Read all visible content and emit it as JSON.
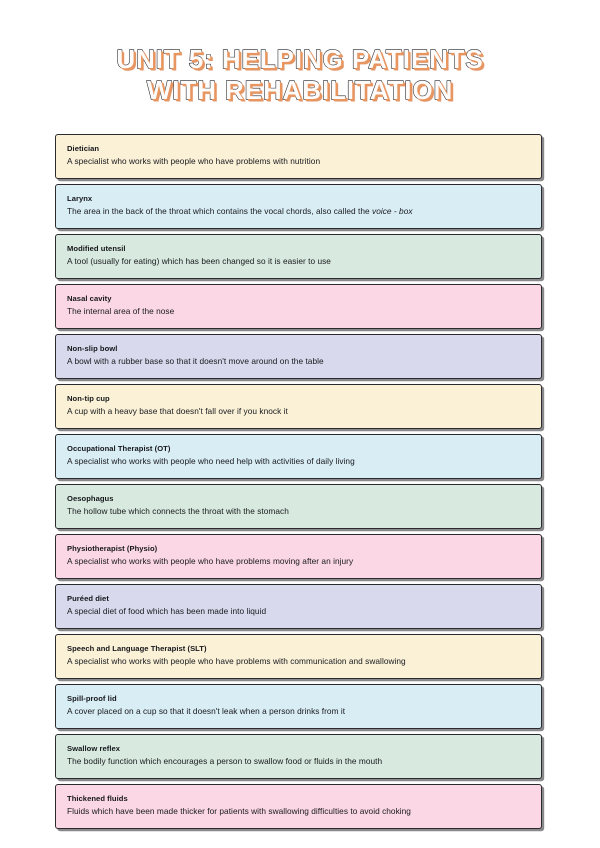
{
  "page": {
    "background_color": "#ffffff"
  },
  "title": {
    "line1": "UNIT 5: HELPING PATIENTS",
    "line2": "WITH REHABILITATION",
    "fill_color": "#fdfcfb",
    "outline_color": "#22252b",
    "shadow_color": "#e8955f"
  },
  "palette": {
    "cream": "#FAF1D7",
    "blue": "#D9EDF5",
    "green": "#D8EADF",
    "pink": "#FBD7E5",
    "lavender": "#D8D9EC",
    "border": "#2b2b2f",
    "text": "#18191d"
  },
  "glossary": [
    {
      "term": "Dietician",
      "definition": "A specialist who works with people who have problems with nutrition",
      "color": "cream"
    },
    {
      "term": "Larynx",
      "definition_pre": "The area in the back of the throat which contains the vocal chords, also called the ",
      "definition_italic": "voice - box",
      "definition": "The area in the back of the throat which contains the vocal chords, also called the voice - box",
      "color": "blue"
    },
    {
      "term": "Modified utensil",
      "definition": "A tool (usually for eating) which has been changed so it is easier to use",
      "color": "green"
    },
    {
      "term": "Nasal cavity",
      "definition": "The internal area of the nose",
      "color": "pink"
    },
    {
      "term": "Non-slip bowl",
      "definition": "A  bowl with a rubber base so that it doesn't move around on the table",
      "color": "lavender"
    },
    {
      "term": "Non-tip cup",
      "definition": "A cup with a heavy base that doesn't fall over if you knock it",
      "color": "cream"
    },
    {
      "term": "Occupational Therapist (OT)",
      "definition": "A specialist who works with people who need help with activities of daily living",
      "color": "blue"
    },
    {
      "term": "Oesophagus",
      "definition": "The hollow tube which connects the throat with the stomach",
      "color": "green"
    },
    {
      "term": "Physiotherapist (Physio)",
      "definition": "A specialist who works with people who have problems moving after an injury",
      "color": "pink"
    },
    {
      "term": "Puréed diet",
      "definition": "A special diet of food which has been made into liquid",
      "color": "lavender"
    },
    {
      "term": "Speech and Language Therapist (SLT)",
      "definition": "A specialist who works with people who have problems with communication and swallowing",
      "color": "cream"
    },
    {
      "term": "Spill-proof lid",
      "definition": "A cover placed on a cup so that it doesn't leak when a person drinks from it",
      "color": "blue"
    },
    {
      "term": "Swallow reflex",
      "definition": "The bodily function which encourages a person to swallow food or fluids in the mouth",
      "color": "green"
    },
    {
      "term": "Thickened fluids",
      "definition": "Fluids which have been made thicker for patients with swallowing difficulties to avoid choking",
      "color": "pink"
    }
  ]
}
